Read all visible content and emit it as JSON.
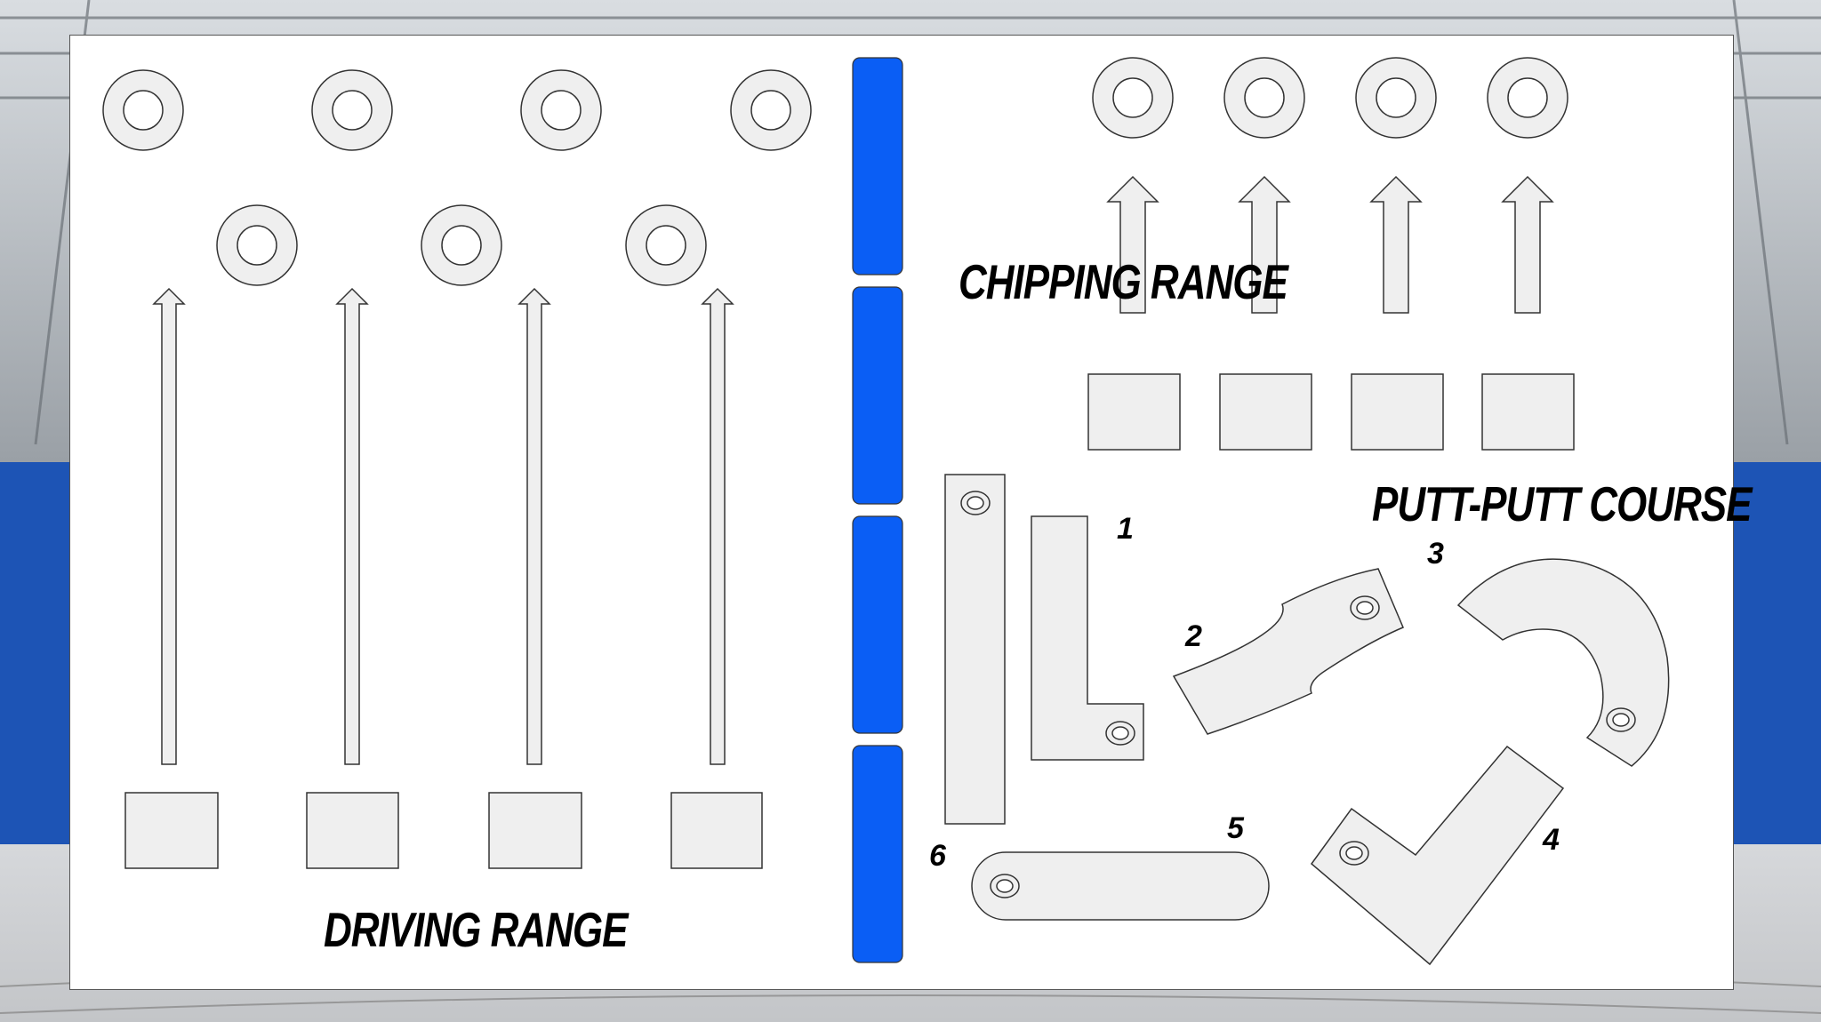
{
  "labels": {
    "driving_range": "DRIVING RANGE",
    "chipping_range": "CHIPPING RANGE",
    "putt_putt": "PUTT-PUTT COURSE"
  },
  "putt_holes": [
    "1",
    "2",
    "3",
    "4",
    "5",
    "6"
  ],
  "colors": {
    "divider": "#0a5ef5",
    "shape_fill": "#efefef",
    "outline": "#333333"
  }
}
